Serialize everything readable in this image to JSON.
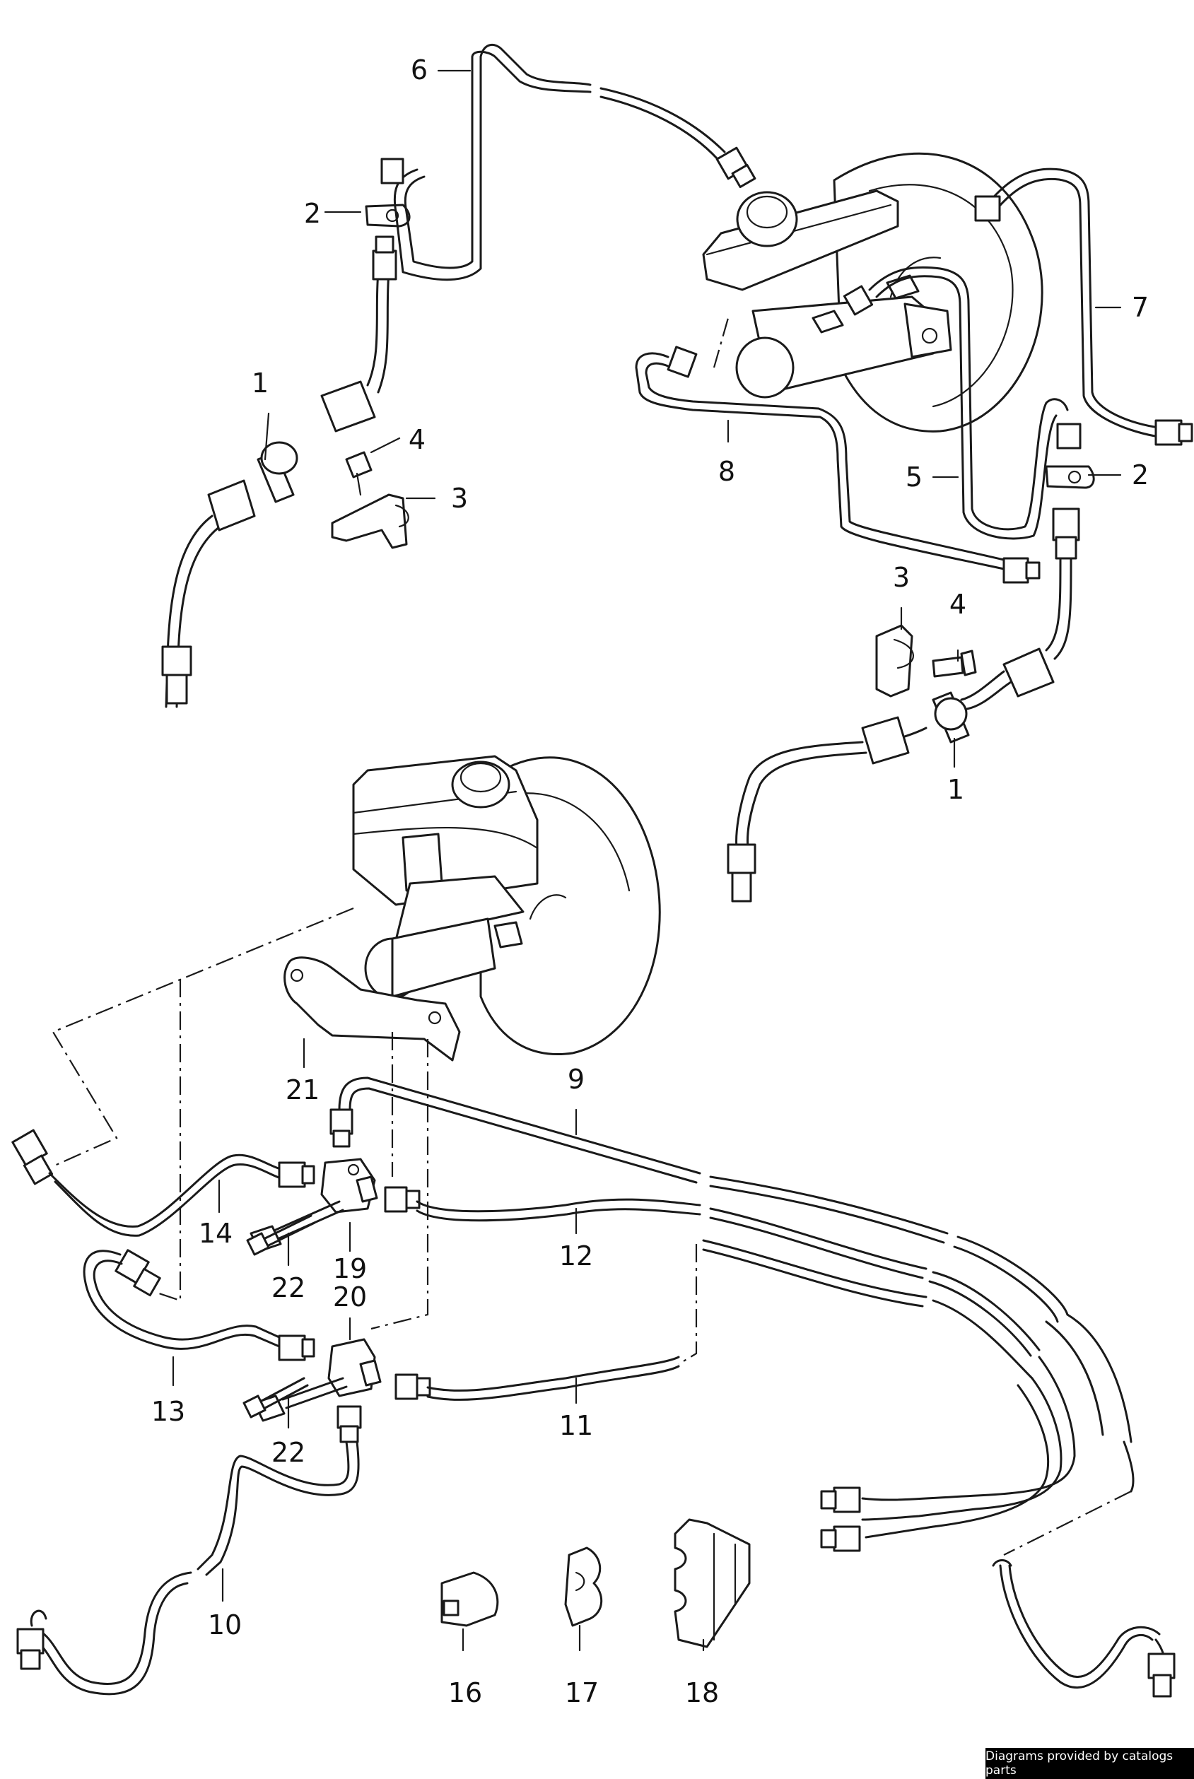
{
  "callouts": {
    "c1a": "1",
    "c1b": "1",
    "c2a": "2",
    "c2b": "2",
    "c3a": "3",
    "c3b": "3",
    "c4a": "4",
    "c4b": "4",
    "c5": "5",
    "c6": "6",
    "c7": "7",
    "c8": "8",
    "c9": "9",
    "c10": "10",
    "c11": "11",
    "c12": "12",
    "c13": "13",
    "c14": "14",
    "c16": "16",
    "c17": "17",
    "c18": "18",
    "c19": "19",
    "c20": "20",
    "c21": "21",
    "c22a": "22",
    "c22b": "22"
  },
  "footer": {
    "credit": "Diagrams provided by catalogs parts"
  },
  "colors": {
    "line": "#1a1a1a",
    "background": "#ffffff",
    "badge": "#000000"
  }
}
